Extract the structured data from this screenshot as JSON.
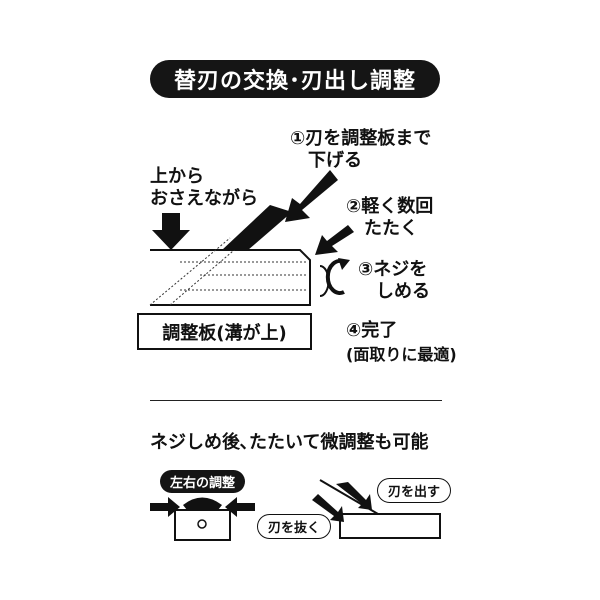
{
  "title": "替刃の交換･刃出し調整",
  "labels": {
    "press_from_top": "上から\nおさえながら",
    "step1": "①刃を調整板まで\n　下げる",
    "step2": "②軽く数回\n　たたく",
    "step3": "③ネジを\n　しめる",
    "board": "調整板(溝が上)",
    "step4": "④完了",
    "step4_note": "(面取りに最適)"
  },
  "bottom": {
    "subtitle": "ネジしめ後､たたいて微調整も可能",
    "left_right_adjust": "左右の調整",
    "blade_out": "刃を出す",
    "blade_in": "刃を抜く"
  }
}
